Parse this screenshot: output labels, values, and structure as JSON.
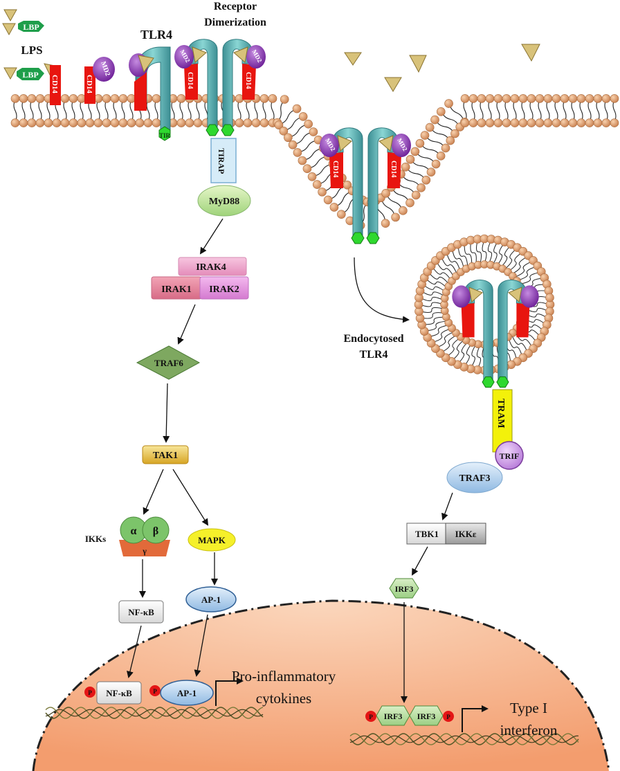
{
  "labels": {
    "receptor_dimerization_1": "Receptor",
    "receptor_dimerization_2": "Dimerization",
    "tlr4": "TLR4",
    "lps": "LPS",
    "lbp": "LBP",
    "cd14": "CD14",
    "md2": "MD2",
    "tir": "TIR",
    "tirap": "TIRAP",
    "myd88": "MyD88",
    "irak4": "IRAK4",
    "irak1": "IRAK1",
    "irak2": "IRAK2",
    "traf6": "TRAF6",
    "tak1": "TAK1",
    "ikks": "IKKs",
    "ikk_alpha": "α",
    "ikk_beta": "β",
    "ikk_gamma": "γ",
    "mapk": "MAPK",
    "nfkb": "NF-κB",
    "ap1": "AP-1",
    "endocytosed_1": "Endocytosed",
    "endocytosed_2": "TLR4",
    "tram": "TRAM",
    "trif": "TRIF",
    "traf3": "TRAF3",
    "tbk1": "TBK1",
    "ikke": "IKKε",
    "irf3": "IRF3",
    "phospho": "P",
    "proinflam_1": "Pro-inflammatory",
    "proinflam_2": "cytokines",
    "type1_1": "Type I",
    "type1_2": "interferon"
  },
  "colors": {
    "lipid_head": "#e6a673",
    "lipid_head_stroke": "#a86a3c",
    "receptor": "#5bb6b6",
    "md2": "#8a2fb0",
    "cd14": "#e8150f",
    "lps": "#d8c27a",
    "lbp": "#1e9e4a",
    "tir": "#2fd82f",
    "nucleus": "#f5a97f",
    "tram": "#f3f10a"
  }
}
